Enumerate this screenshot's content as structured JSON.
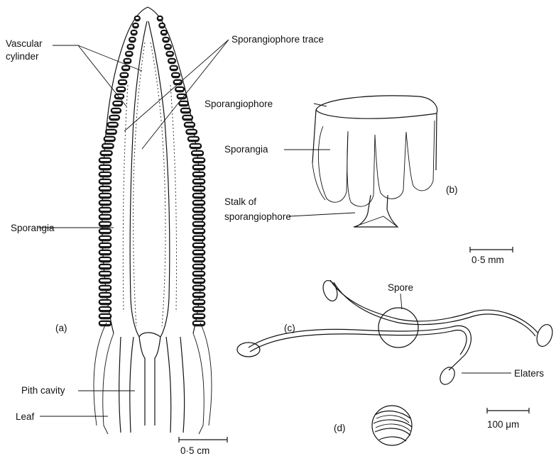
{
  "labels": {
    "vascular_cylinder_1": "Vascular",
    "vascular_cylinder_2": "cylinder",
    "sporangiophore_trace": "Sporangiophore trace",
    "sporangiophore": "Sporangiophore",
    "sporangia_b": "Sporangia",
    "b": "(b)",
    "stalk_1": "Stalk of",
    "stalk_2": "sporangiophore",
    "sporangia_a": "Sporangia",
    "scale_mm": "0·5 mm",
    "spore": "Spore",
    "c": "(c)",
    "a": "(a)",
    "elaters": "Elaters",
    "pith_cavity": "Pith cavity",
    "leaf": "Leaf",
    "d": "(d)",
    "scale_um": "100 μm",
    "scale_cm": "0·5 cm"
  },
  "colors": {
    "ink": "#111111",
    "sporangia_fill": "#1a1a1a",
    "paper": "#ffffff"
  }
}
